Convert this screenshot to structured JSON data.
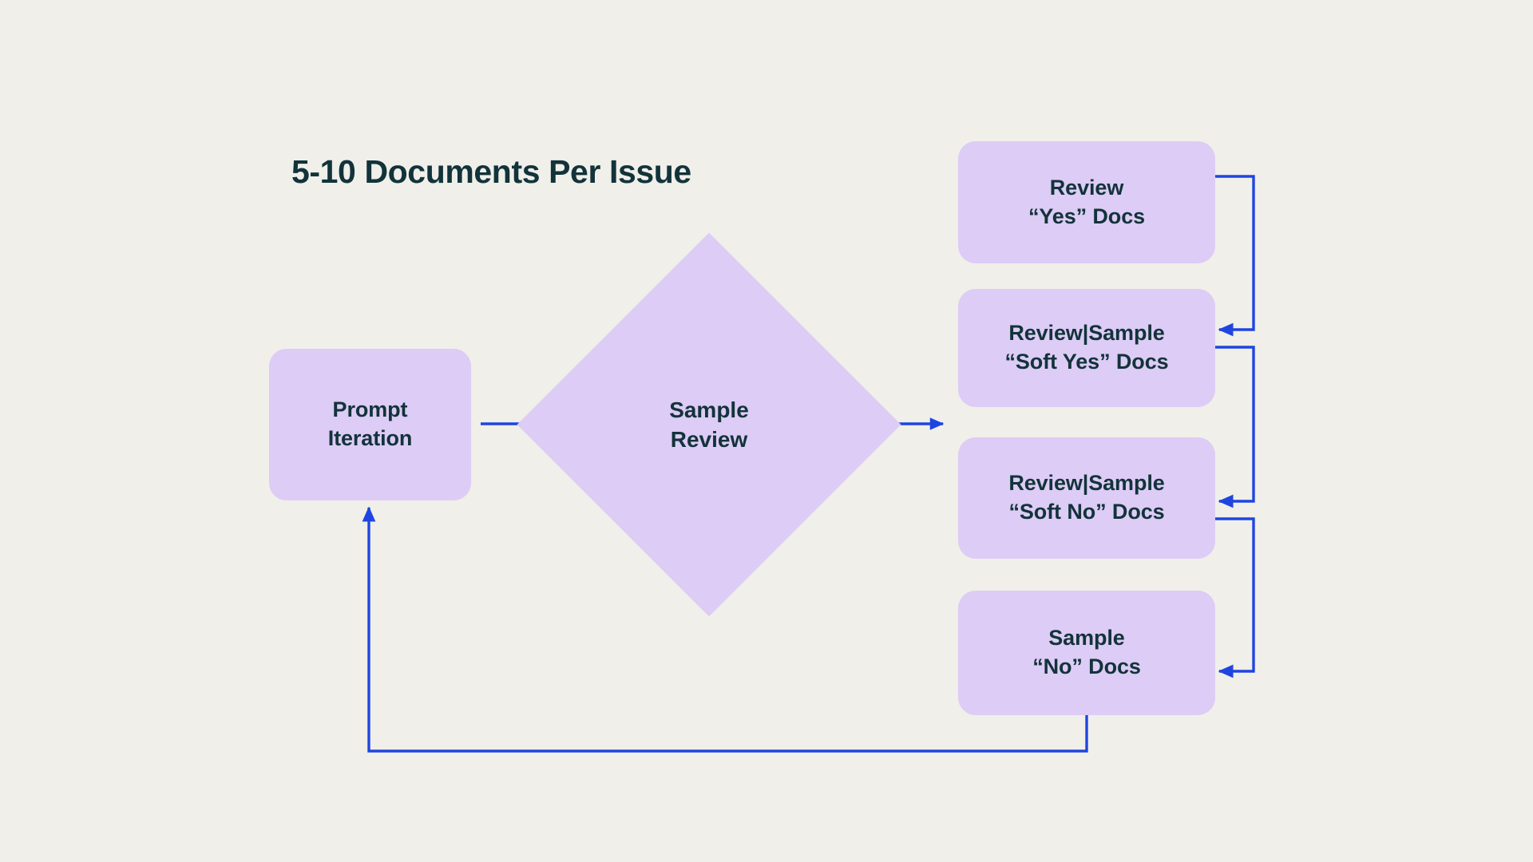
{
  "diagram": {
    "title": "5-10 Documents Per Issue",
    "background_color": "#F0EFEA",
    "node_fill_color": "#DDCCF5",
    "text_color": "#12333A",
    "arrow_color": "#1F45E0",
    "nodes": [
      {
        "id": "prompt-iteration",
        "shape": "rounded-rect",
        "label": "Prompt\nIteration"
      },
      {
        "id": "sample-review",
        "shape": "diamond",
        "label": "Sample\nReview"
      },
      {
        "id": "review-yes",
        "shape": "rounded-rect",
        "label": "Review\n“Yes” Docs"
      },
      {
        "id": "review-sample-soft-yes",
        "shape": "rounded-rect",
        "label": "Review|Sample\n“Soft Yes” Docs"
      },
      {
        "id": "review-sample-soft-no",
        "shape": "rounded-rect",
        "label": "Review|Sample\n“Soft No” Docs"
      },
      {
        "id": "sample-no",
        "shape": "rounded-rect",
        "label": "Sample\n“No” Docs"
      }
    ],
    "edges": [
      {
        "id": "edge-prompt-to-sample",
        "from": "prompt-iteration",
        "to": "sample-review",
        "style": "straight-arrow"
      },
      {
        "id": "edge-sample-to-branches",
        "from": "sample-review",
        "to": "review-yes",
        "style": "straight-arrow"
      },
      {
        "id": "edge-yes-to-soft-yes",
        "from": "review-yes",
        "to": "review-sample-soft-yes",
        "style": "elbow-arrow"
      },
      {
        "id": "edge-soft-yes-to-soft-no",
        "from": "review-sample-soft-yes",
        "to": "review-sample-soft-no",
        "style": "elbow-arrow"
      },
      {
        "id": "edge-soft-no-to-no",
        "from": "review-sample-soft-no",
        "to": "sample-no",
        "style": "elbow-arrow"
      },
      {
        "id": "edge-feedback-loop",
        "from": "sample-no",
        "to": "prompt-iteration",
        "style": "elbow-arrow"
      }
    ]
  }
}
